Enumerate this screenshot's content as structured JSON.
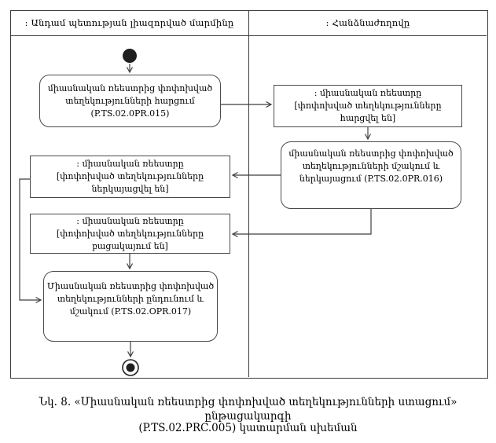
{
  "lanes": {
    "left_title": ": Անդամ պետության լիազորված մարմինը",
    "right_title": ": Հանձնաժողովը"
  },
  "nodes": {
    "action_request": {
      "lines": [
        "միասնական ռեեստրից փոփոխված",
        "տեղեկությունների հարցում",
        "(P.TS.02.0PR.015)"
      ]
    },
    "object_requested": {
      "lines": [
        ": միասնական ռեեստրը",
        "[փոփոխված տեղեկությունները հարցվել են]"
      ]
    },
    "action_process_present": {
      "lines": [
        "միասնական ռեեստրից փոփոխված",
        "տեղեկությունների մշակում և",
        "ներկայացում (P.TS.02.0PR.016)"
      ]
    },
    "object_presented": {
      "lines": [
        ": միասնական ռեեստրը",
        "[փոփոխված տեղեկությունները ներկայացվել են]"
      ]
    },
    "object_absent": {
      "lines": [
        ": միասնական ռեեստրը",
        "[փոփոխված տեղեկությունները բացակայում են]"
      ]
    },
    "action_receive_process": {
      "lines": [
        "Միասնական ռեեստրից փոփոխված",
        "տեղեկությունների ընդունում և",
        "մշակում (P.TS.02.OPR.017)"
      ]
    }
  },
  "caption": {
    "line1": "Նկ. 8. «Միասնական ռեեստրից փոփոխված տեղեկությունների ստացում» ընթացակարգի",
    "line2": "(P.TS.02.PRC.005) կատարման սխեման"
  },
  "colors": {
    "line": "#3f3f3f",
    "node_border": "#4a4a4a",
    "text": "#000000",
    "background": "#ffffff"
  }
}
